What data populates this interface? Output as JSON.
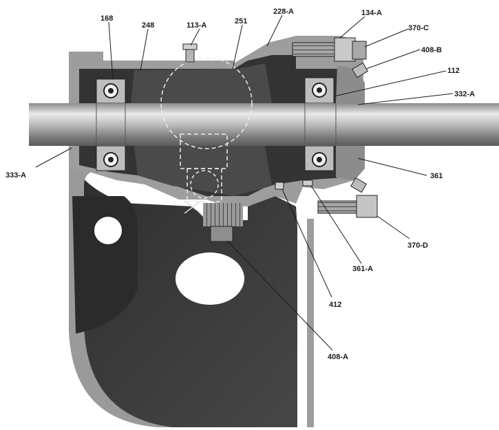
{
  "labels": {
    "l168": "168",
    "l248": "248",
    "l113a": "113-A",
    "l251": "251",
    "l228a": "228-A",
    "l134a": "134-A",
    "l370c": "370-C",
    "l408b": "408-B",
    "l112": "112",
    "l332a": "332-A",
    "l333a": "333-A",
    "l361": "361",
    "l370d": "370-D",
    "l361a": "361-A",
    "l412": "412",
    "l408a": "408-A"
  },
  "colors": {
    "casting": "#3b3b3b",
    "casting_light": "#8e8e8e",
    "shaft": "#c9c9c9",
    "ink": "#1a1a1a"
  }
}
